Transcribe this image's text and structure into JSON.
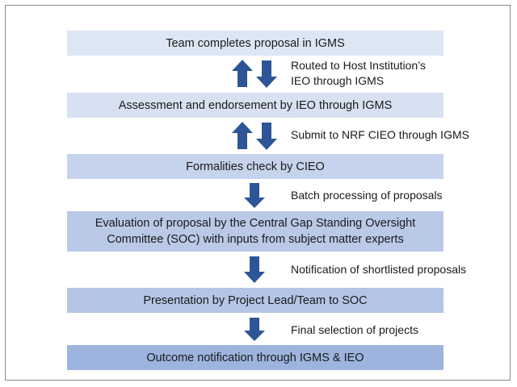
{
  "steps": [
    {
      "text": "Team completes proposal in IGMS",
      "color": "#dde6f3"
    },
    {
      "text": "Assessment and endorsement by IEO through IGMS",
      "color": "#d7e1f1"
    },
    {
      "text": "Formalities check by CIEO",
      "color": "#c6d3ec"
    },
    {
      "line1": "Evaluation of proposal by the Central Gap Standing Oversight",
      "line2": "Committee (SOC) with inputs from subject matter experts",
      "color": "#b9c9e7"
    },
    {
      "text": "Presentation by Project Lead/Team to SOC",
      "color": "#b4c5e6"
    },
    {
      "text": "Outcome notification through IGMS & IEO",
      "color": "#9db4de"
    }
  ],
  "connectors": [
    {
      "line1": "Routed to Host Institution’s",
      "line2": "IEO through IGMS",
      "arrows": "up-down"
    },
    {
      "text": "Submit to NRF CIEO through IGMS",
      "arrows": "up-down"
    },
    {
      "text": "Batch processing of proposals",
      "arrows": "down"
    },
    {
      "text": "Notification of shortlisted proposals",
      "arrows": "down"
    },
    {
      "text": "Final selection of projects",
      "arrows": "down"
    }
  ],
  "arrow_color": "#2e5597"
}
